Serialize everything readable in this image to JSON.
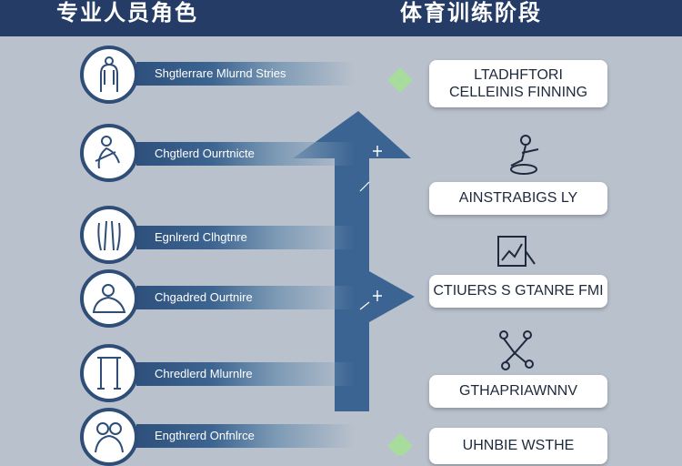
{
  "header": {
    "left_title": "专业人员角色",
    "right_title": "体育训练阶段"
  },
  "stages": [
    {
      "icon": "back-massage-icon",
      "label": "Shgtlerrare Mlurnd Stries"
    },
    {
      "icon": "physio-stretch-icon",
      "label": "Chgtlerd Ourrtnicte"
    },
    {
      "icon": "neck-therapy-icon",
      "label": "Egnlrerd Clhgtnre"
    },
    {
      "icon": "shoulder-massage-icon",
      "label": "Chgadred Ourtnire"
    },
    {
      "icon": "leg-therapy-icon",
      "label": "Chredlerd Mlurnlre"
    },
    {
      "icon": "spine-therapy-icon",
      "label": "Engthrerd Onfnlrce"
    }
  ],
  "results": [
    {
      "lines": [
        "LTADHFTORI",
        "CELLEINIS FINNING"
      ]
    },
    {
      "lines": [
        "AINSTRABIGS LY"
      ]
    },
    {
      "lines": [
        "CTIUERS S GTANRE FMI"
      ]
    },
    {
      "lines": [
        "GTHAPRIAWNNV"
      ]
    },
    {
      "lines": [
        "UHNBIE WSTHE"
      ]
    }
  ],
  "colors": {
    "background": "#b9c1cd",
    "header": "#243c66",
    "arrow": "#3c6493",
    "accent": "#a8dc9c"
  }
}
